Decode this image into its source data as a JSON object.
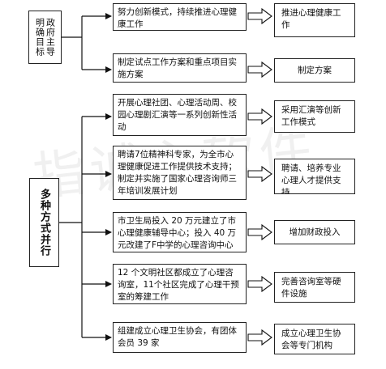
{
  "watermark": "指诚心软件",
  "left": {
    "top_label": "政府主导",
    "top_sub": "明确目标",
    "bottom_label": "多种方式并行"
  },
  "rows": [
    {
      "middle": "努力创新模式，持续推进心理健康工作",
      "right": "推进心理健康工作"
    },
    {
      "middle": "制定试点工作方案和重点项目实施方案",
      "right": "制定方案"
    },
    {
      "middle": "开展心理社团、心理活动周、校园心理剧汇演等一系列创新性活动",
      "right": "采用汇演等创新工作模式"
    },
    {
      "middle": "聘请7位精神科专家，为全市心理健康促进工作提供技术支持；制定并实施了国家心理咨询师三年培训发展计划",
      "right": "聘请、培养专业心理人才提供支持"
    },
    {
      "middle": "市卫生局投入 20 万元建立了市心理健康辅导中心；投入 40 万元改建了F中学的心理咨询中心",
      "right": "增加财政投入"
    },
    {
      "middle": "12 个文明社区都成立了心理咨询室，11个社区完成了心理干预室的筹建工作",
      "right": "完善咨询室等硬件设施"
    },
    {
      "middle": "组建成立心理卫生协会，有团体会员 39 家",
      "right": "成立心理卫生协会等专门机构"
    }
  ]
}
